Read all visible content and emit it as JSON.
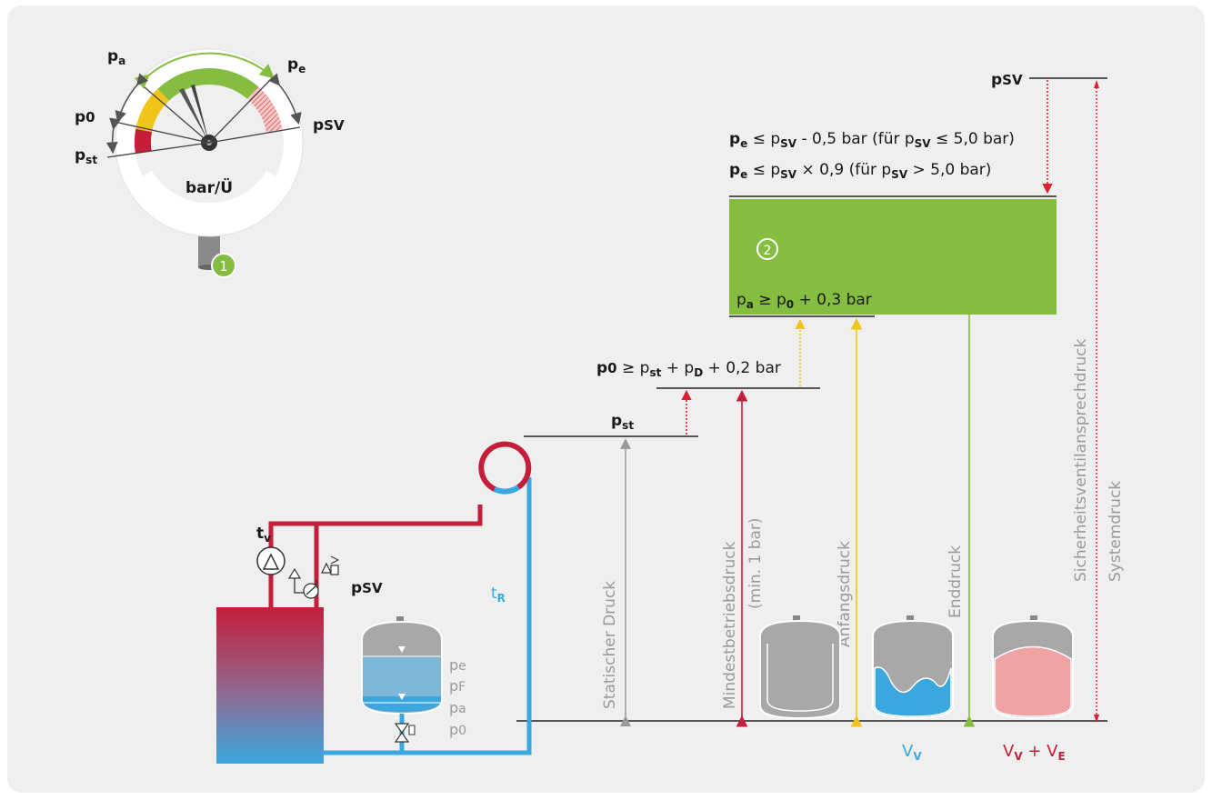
{
  "gauge": {
    "unit": "bar/Ü",
    "marker": "1",
    "labels": {
      "pa": "p",
      "pa_sub": "a",
      "pe": "p",
      "pe_sub": "e",
      "p0": "p",
      "p0_sub": "0",
      "pst": "p",
      "pst_sub": "st",
      "psv": "p",
      "psv_sub": "SV"
    }
  },
  "psv_top": {
    "p": "p",
    "sub": "SV"
  },
  "pe_formula1": {
    "p1": "p",
    "s1": "e",
    "t1": " ≤ p",
    "s2": "SV",
    "t2": " - 0,5 bar (für p",
    "s3": "SV",
    "t3": " ≤ 5,0 bar)"
  },
  "pe_formula2": {
    "p1": "p",
    "s1": "e",
    "t1": " ≤ p",
    "s2": "SV",
    "t2": " × 0,9 (für p",
    "s3": "SV",
    "t3": " > 5,0 bar)"
  },
  "green_box": {
    "marker": "2",
    "p": "p",
    "s1": "a",
    "t1": " ≥ p",
    "s2": "0",
    "t2": " + 0,3 bar"
  },
  "p0_formula": {
    "p": "p",
    "s1": "0",
    "t1": " ≥ p",
    "s2": "st",
    "t2": " + p",
    "s3": "D",
    "t3": " + 0,2 bar"
  },
  "pst_label": {
    "p": "p",
    "sub": "st"
  },
  "vertical_labels": {
    "static": "Statischer Druck",
    "min1": "Mindestbetriebsdruck",
    "min2": "(min. 1 bar)",
    "initial": "Anfangsdruck",
    "final": "Enddruck",
    "safety": "Sicherheitsventilansprechdruck",
    "system": "Systemdruck"
  },
  "system": {
    "tv": "t",
    "tv_sub": "v",
    "tr": "t",
    "tr_sub": "R",
    "psv": "p",
    "psv_sub": "SV"
  },
  "vessel_labels": [
    {
      "p": "p",
      "sub": "e"
    },
    {
      "p": "p",
      "sub": "F"
    },
    {
      "p": "p",
      "sub": "a"
    },
    {
      "p": "p",
      "sub": "0"
    }
  ],
  "vessel_captions": {
    "vv": "V",
    "vv_sub": "V",
    "vve1": "V",
    "vve1_sub": "V",
    "vve_plus": " + ",
    "vve2": "V",
    "vve2_sub": "E"
  },
  "colors": {
    "background": "#efefef",
    "red": "#c41e3a",
    "blue": "#3aa8df",
    "green": "#84bd3f",
    "yellow": "#f0c419",
    "grey": "#9a9a9a",
    "vessel_grey": "#a8a8a8",
    "vessel_pink": "#f0a3a3"
  }
}
